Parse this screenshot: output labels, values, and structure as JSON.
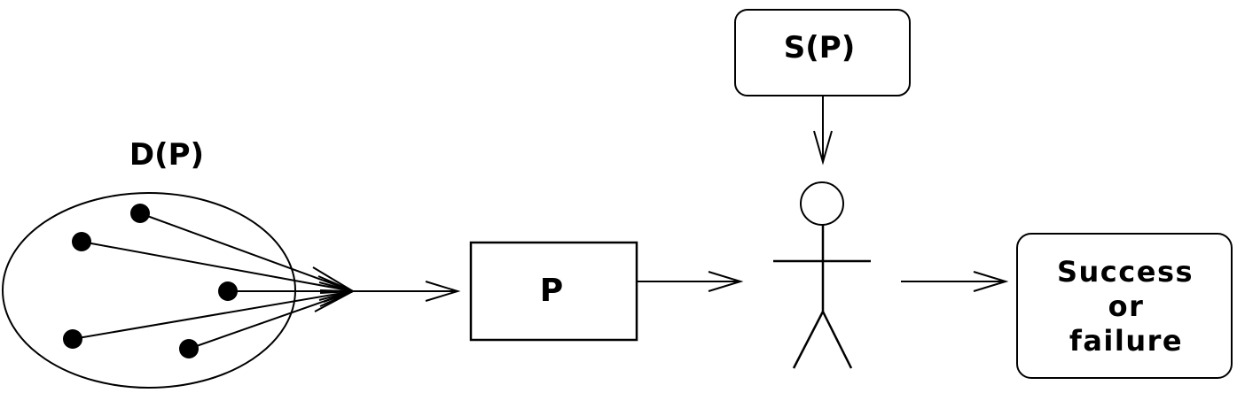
{
  "diagram": {
    "domain_label": "D(P)",
    "program_label": "P",
    "spec_label": "S(P)",
    "result_lines": [
      "Success",
      "or",
      "failure"
    ]
  },
  "colors": {
    "stroke": "#000000",
    "fill": "#ffffff",
    "dot": "#000000"
  },
  "icons": {
    "user": "stick-figure-icon"
  }
}
